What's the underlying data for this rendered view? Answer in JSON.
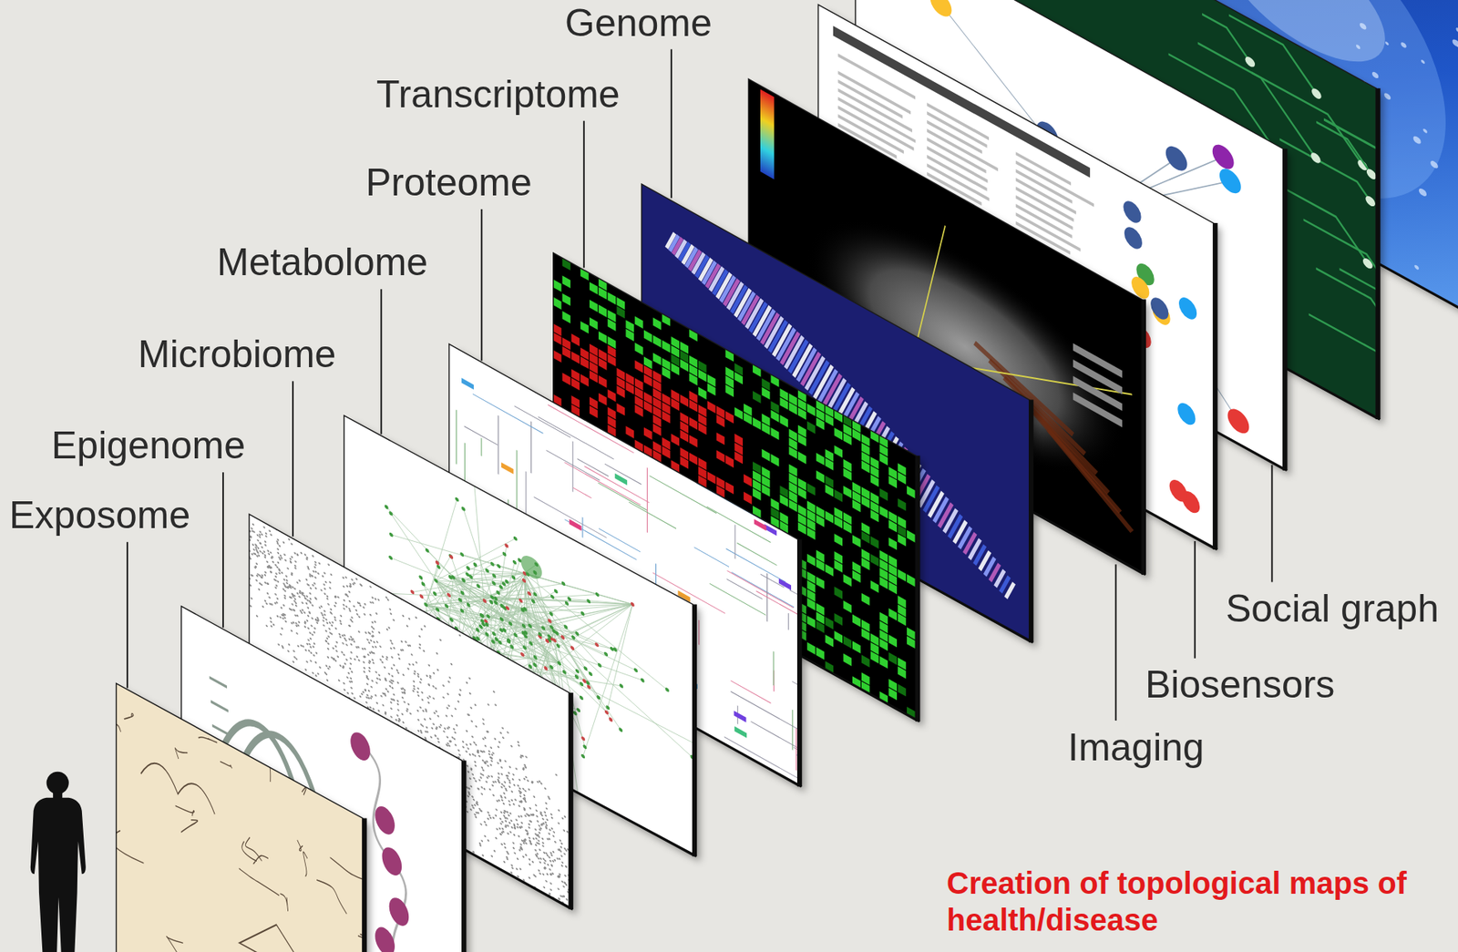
{
  "diagram": {
    "labels": [
      "Genome",
      "Transcriptome",
      "Proteome",
      "Metabolome",
      "Microbiome",
      "Epigenome",
      "Exposome",
      "Social graph",
      "Biosensors",
      "Imaging",
      "Creation of topological maps of health/disease"
    ]
  }
}
